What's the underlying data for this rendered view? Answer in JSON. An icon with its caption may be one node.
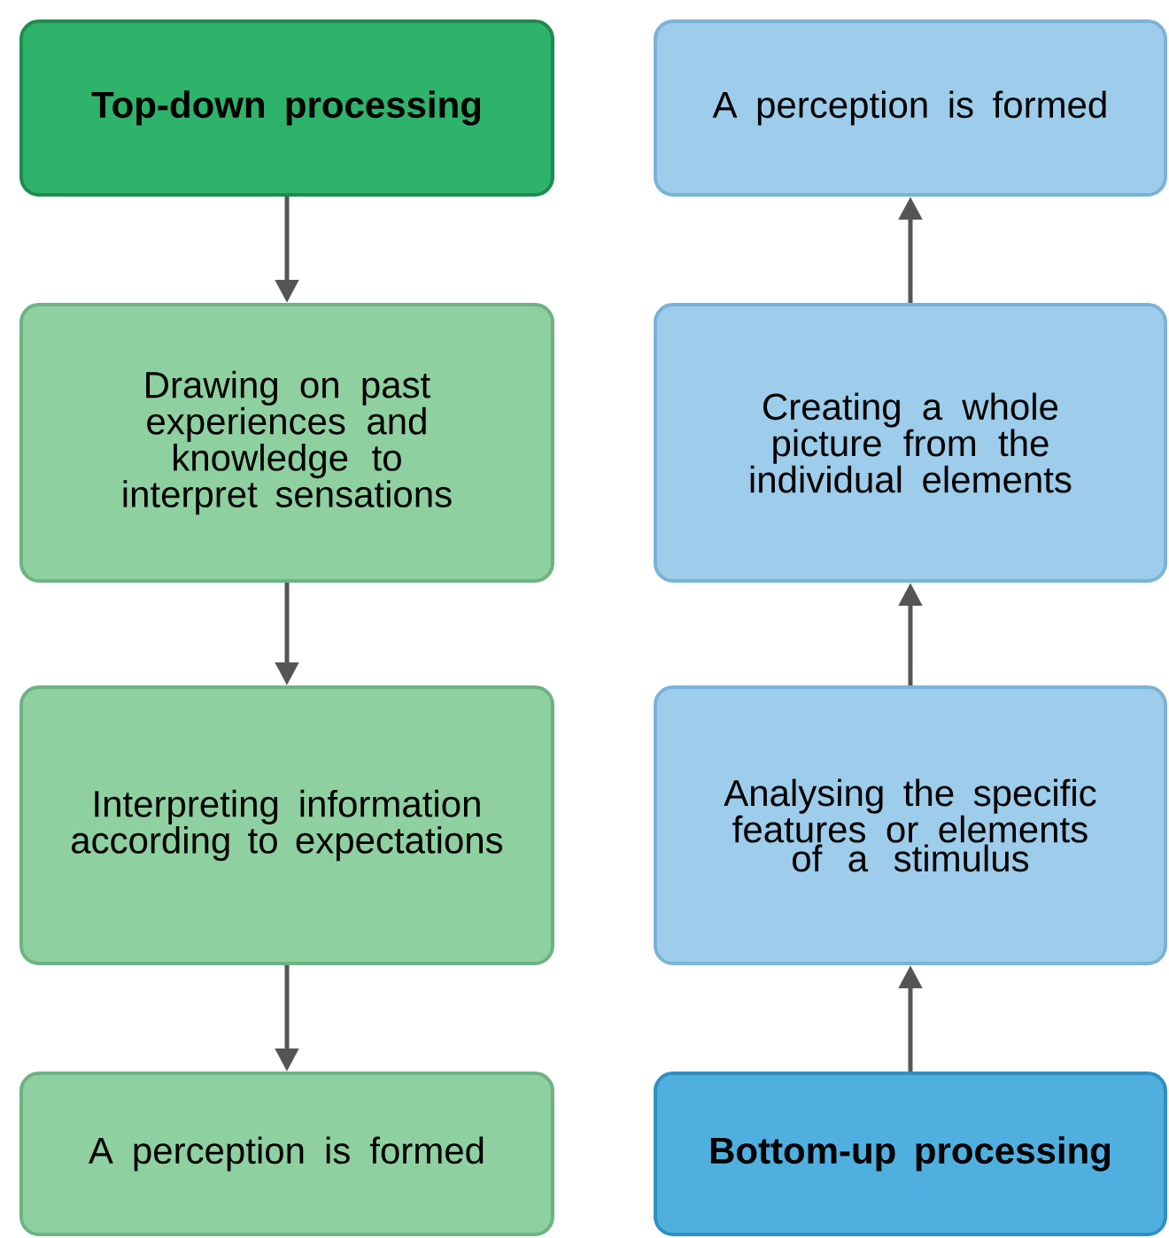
{
  "diagram": {
    "nodes": [
      {
        "text": [
          "Top-down processing"
        ]
      },
      {
        "text": [
          "Drawing on past experiences and knowledge to interpret sensations"
        ]
      },
      {
        "text": [
          "Interpreting information according to expectations"
        ]
      },
      {
        "text": [
          "A perception is formed"
        ]
      },
      {
        "text": [
          "A perception is formed"
        ]
      },
      {
        "text": [
          "Creating a whole picture from the individual elements"
        ]
      },
      {
        "text": [
          "Analysing the specific features or elements of a stimulus"
        ]
      },
      {
        "text": [
          "Bottom-up processing"
        ]
      }
    ],
    "edges": [
      {
        "from": 0,
        "to": 1,
        "arrow": "to"
      },
      {
        "from": 1,
        "to": 2,
        "arrow": "to"
      },
      {
        "from": 2,
        "to": 3,
        "arrow": "to"
      },
      {
        "from": 7,
        "to": 6,
        "arrow": "to"
      },
      {
        "from": 6,
        "to": 5,
        "arrow": "to"
      },
      {
        "from": 5,
        "to": 4,
        "arrow": "to"
      }
    ]
  }
}
